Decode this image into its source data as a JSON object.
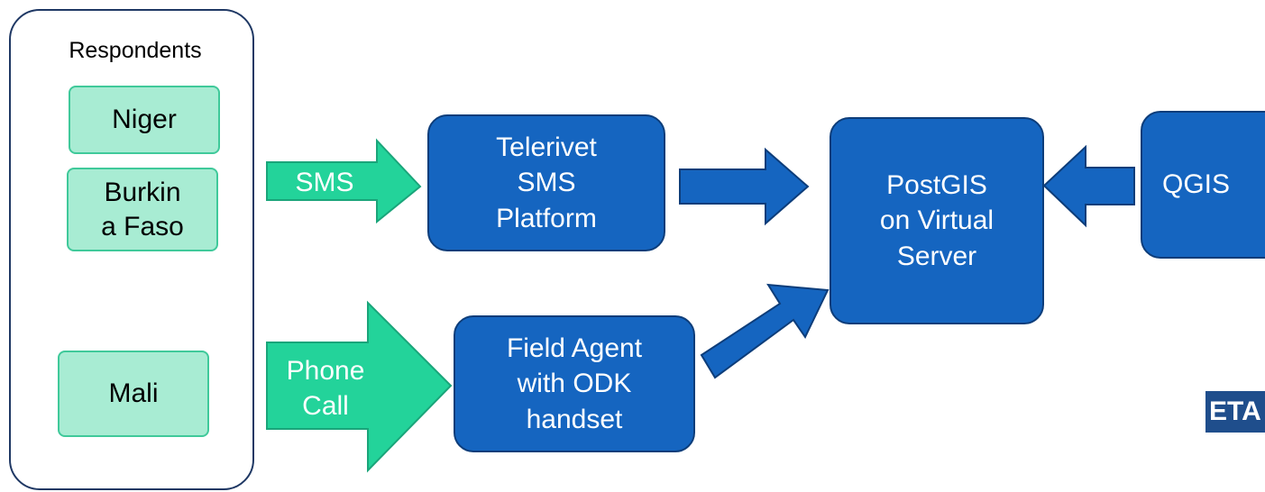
{
  "respondents": {
    "title": "Respondents",
    "countries": [
      "Niger",
      "Burkin\na Faso",
      "Mali"
    ]
  },
  "channels": {
    "sms": "SMS",
    "phone_call": "Phone\nCall"
  },
  "nodes": {
    "telerivet": "Telerivet\nSMS\nPlatform",
    "field_agent": "Field Agent\nwith ODK\nhandset",
    "postgis": "PostGIS\non Virtual\nServer",
    "qgis": "QGIS"
  },
  "logo": "ETA",
  "colors": {
    "green_fill": "#23d39a",
    "green_box": "#a8ecd3",
    "blue_fill": "#1565c0",
    "navy_outline": "#1f3864"
  }
}
